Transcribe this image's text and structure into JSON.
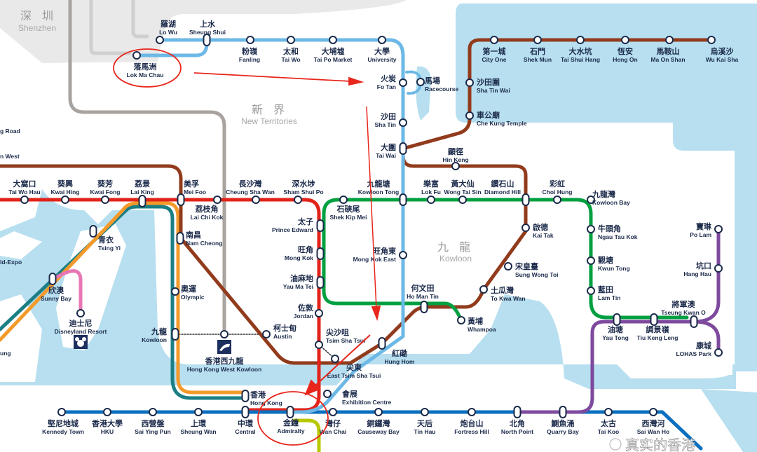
{
  "colors": {
    "water": "#b7dff0",
    "land": "#ffffff",
    "shenzhen": "#e9e9e9",
    "east_rail": "#6cb8e6",
    "tuen_ma": "#923b1c",
    "tsuen_wan": "#e2231a",
    "kwun_tong": "#00a040",
    "tseung_kwan_o": "#7e4a9e",
    "island": "#0a6fbf",
    "tung_chung": "#f39a2b",
    "airport_express": "#1b7f85",
    "disneyland": "#e777b4",
    "south_island": "#b8c800",
    "high_speed": "#a9a39f",
    "annotation": "#e8261c"
  },
  "regions": [
    {
      "zh": "深 圳",
      "en": "Shenzhen"
    },
    {
      "zh": "新 界",
      "en": "New Territories"
    },
    {
      "zh": "九 龍",
      "en": "Kowloon"
    }
  ],
  "edge_labels": [
    "g Road",
    "n West",
    "ld-Expo",
    "ung"
  ],
  "stations": [
    {
      "id": "lo_wu",
      "zh": "羅湖",
      "en": "Lo Wu"
    },
    {
      "id": "sheung_shui",
      "zh": "上水",
      "en": "Sheung Shui"
    },
    {
      "id": "lok_ma_chau",
      "zh": "落馬洲",
      "en": "Lok Ma Chau"
    },
    {
      "id": "fanling",
      "zh": "粉嶺",
      "en": "Fanling"
    },
    {
      "id": "tai_wo",
      "zh": "太和",
      "en": "Tai Wo"
    },
    {
      "id": "tai_po",
      "zh": "大埔墟",
      "en": "Tai Po Market"
    },
    {
      "id": "university",
      "zh": "大學",
      "en": "University"
    },
    {
      "id": "fo_tan",
      "zh": "火炭",
      "en": "Fo Tan"
    },
    {
      "id": "racecourse",
      "zh": "馬場",
      "en": "Racecourse"
    },
    {
      "id": "sha_tin",
      "zh": "沙田",
      "en": "Sha Tin"
    },
    {
      "id": "tai_wai",
      "zh": "大圍",
      "en": "Tai Wai"
    },
    {
      "id": "kowloon_tong",
      "zh": "九龍塘",
      "en": "Kowloon Tong"
    },
    {
      "id": "mong_kok_east",
      "zh": "旺角東",
      "en": "Mong Kok East"
    },
    {
      "id": "hung_hom",
      "zh": "紅磡",
      "en": "Hung Hom"
    },
    {
      "id": "east_tst",
      "zh": "尖東",
      "en": "East Tsim Sha Tsui"
    },
    {
      "id": "exhibition",
      "zh": "會展",
      "en": "Exhibition Centre"
    },
    {
      "id": "admiralty",
      "zh": "金鐘",
      "en": "Admiralty"
    },
    {
      "id": "city_one",
      "zh": "第一城",
      "en": "City One"
    },
    {
      "id": "shek_mun",
      "zh": "石門",
      "en": "Shek Mun"
    },
    {
      "id": "tai_shui_hang",
      "zh": "大水坑",
      "en": "Tai Shui Hang"
    },
    {
      "id": "heng_on",
      "zh": "恆安",
      "en": "Heng On"
    },
    {
      "id": "ma_on_shan",
      "zh": "馬鞍山",
      "en": "Ma On Shan"
    },
    {
      "id": "wu_kai_sha",
      "zh": "烏溪沙",
      "en": "Wu Kai Sha"
    },
    {
      "id": "sha_tin_wai",
      "zh": "沙田圍",
      "en": "Sha Tin Wai"
    },
    {
      "id": "che_kung",
      "zh": "車公廟",
      "en": "Che Kung Temple"
    },
    {
      "id": "hin_keng",
      "zh": "顯徑",
      "en": "Hin Keng"
    },
    {
      "id": "diamond_hill",
      "zh": "鑽石山",
      "en": "Diamond Hill"
    },
    {
      "id": "kai_tak",
      "zh": "啟德",
      "en": "Kai Tak"
    },
    {
      "id": "sung_wong_toi",
      "zh": "宋皇臺",
      "en": "Sung Wong Toi"
    },
    {
      "id": "to_kwa_wan",
      "zh": "土瓜灣",
      "en": "To Kwa Wan"
    },
    {
      "id": "ho_man_tin",
      "zh": "何文田",
      "en": "Ho Man Tin"
    },
    {
      "id": "whampoa",
      "zh": "黃埔",
      "en": "Whampoa"
    },
    {
      "id": "austin",
      "zh": "柯士甸",
      "en": "Austin"
    },
    {
      "id": "nam_cheong",
      "zh": "南昌",
      "en": "Nam Cheong"
    },
    {
      "id": "mei_foo",
      "zh": "美孚",
      "en": "Mei Foo"
    },
    {
      "id": "tai_wo_hau",
      "zh": "大窩口",
      "en": "Tai Wo Hau"
    },
    {
      "id": "kwai_hing",
      "zh": "葵興",
      "en": "Kwai Hing"
    },
    {
      "id": "kwai_fong",
      "zh": "葵芳",
      "en": "Kwai Fong"
    },
    {
      "id": "lai_king",
      "zh": "荔景",
      "en": "Lai King"
    },
    {
      "id": "lai_chi_kok",
      "zh": "荔枝角",
      "en": "Lai Chi Kok"
    },
    {
      "id": "cheung_sha_wan",
      "zh": "長沙灣",
      "en": "Cheung Sha Wan"
    },
    {
      "id": "sham_shui_po",
      "zh": "深水埗",
      "en": "Sham Shui Po"
    },
    {
      "id": "prince_edward",
      "zh": "太子",
      "en": "Prince Edward"
    },
    {
      "id": "mong_kok",
      "zh": "旺角",
      "en": "Mong Kok"
    },
    {
      "id": "yau_ma_tei",
      "zh": "油麻地",
      "en": "Yau Ma Tei"
    },
    {
      "id": "jordan",
      "zh": "佐敦",
      "en": "Jordan"
    },
    {
      "id": "tst",
      "zh": "尖沙咀",
      "en": "Tsim Sha Tsui"
    },
    {
      "id": "shek_kip_mei",
      "zh": "石硤尾",
      "en": "Shek Kip Mei"
    },
    {
      "id": "lok_fu",
      "zh": "樂富",
      "en": "Lok Fu"
    },
    {
      "id": "wong_tai_sin",
      "zh": "黃大仙",
      "en": "Wong Tai Sin"
    },
    {
      "id": "choi_hung",
      "zh": "彩虹",
      "en": "Choi Hung"
    },
    {
      "id": "kowloon_bay",
      "zh": "九龍灣",
      "en": "Kowloon Bay"
    },
    {
      "id": "ngau_tau_kok",
      "zh": "牛頭角",
      "en": "Ngau Tau Kok"
    },
    {
      "id": "kwun_tong",
      "zh": "觀塘",
      "en": "Kwun Tong"
    },
    {
      "id": "lam_tin",
      "zh": "藍田",
      "en": "Lam Tin"
    },
    {
      "id": "yau_tong",
      "zh": "油塘",
      "en": "Yau Tong"
    },
    {
      "id": "tiu_keng_leng",
      "zh": "調景嶺",
      "en": "Tiu Keng Leng"
    },
    {
      "id": "tseung_kwan_o",
      "zh": "將軍澳",
      "en": "Tseung Kwan O"
    },
    {
      "id": "po_lam",
      "zh": "寶琳",
      "en": "Po Lam"
    },
    {
      "id": "hang_hau",
      "zh": "坑口",
      "en": "Hang Hau"
    },
    {
      "id": "lohas",
      "zh": "康城",
      "en": "LOHAS Park"
    },
    {
      "id": "tsing_yi",
      "zh": "青衣",
      "en": "Tsing Yi"
    },
    {
      "id": "sunny_bay",
      "zh": "欣澳",
      "en": "Sunny Bay"
    },
    {
      "id": "disneyland",
      "zh": "迪士尼",
      "en": "Disneyland Resort"
    },
    {
      "id": "olympic",
      "zh": "奧運",
      "en": "Olympic"
    },
    {
      "id": "kowloon",
      "zh": "九龍",
      "en": "Kowloon"
    },
    {
      "id": "hkwk",
      "zh": "香港西九龍",
      "en": "Hong Kong West Kowloon"
    },
    {
      "id": "hong_kong",
      "zh": "香港",
      "en": "Hong Kong"
    },
    {
      "id": "kennedy",
      "zh": "堅尼地城",
      "en": "Kennedy Town"
    },
    {
      "id": "hku",
      "zh": "香港大學",
      "en": "HKU"
    },
    {
      "id": "sai_ying_pun",
      "zh": "西營盤",
      "en": "Sai Ying Pun"
    },
    {
      "id": "sheung_wan",
      "zh": "上環",
      "en": "Sheung Wan"
    },
    {
      "id": "central",
      "zh": "中環",
      "en": "Central"
    },
    {
      "id": "wan_chai",
      "zh": "灣仔",
      "en": "Wan Chai"
    },
    {
      "id": "causeway",
      "zh": "銅鑼灣",
      "en": "Causeway Bay"
    },
    {
      "id": "tin_hau",
      "zh": "天后",
      "en": "Tin Hau"
    },
    {
      "id": "fortress",
      "zh": "炮台山",
      "en": "Fortress Hill"
    },
    {
      "id": "north_point",
      "zh": "北角",
      "en": "North Point"
    },
    {
      "id": "quarry",
      "zh": "鰂魚涌",
      "en": "Quarry Bay"
    },
    {
      "id": "tai_koo",
      "zh": "太古",
      "en": "Tai Koo"
    },
    {
      "id": "sai_wan_ho",
      "zh": "西灣河",
      "en": "Sai Wan Ho"
    }
  ],
  "watermark": "真实的香港"
}
